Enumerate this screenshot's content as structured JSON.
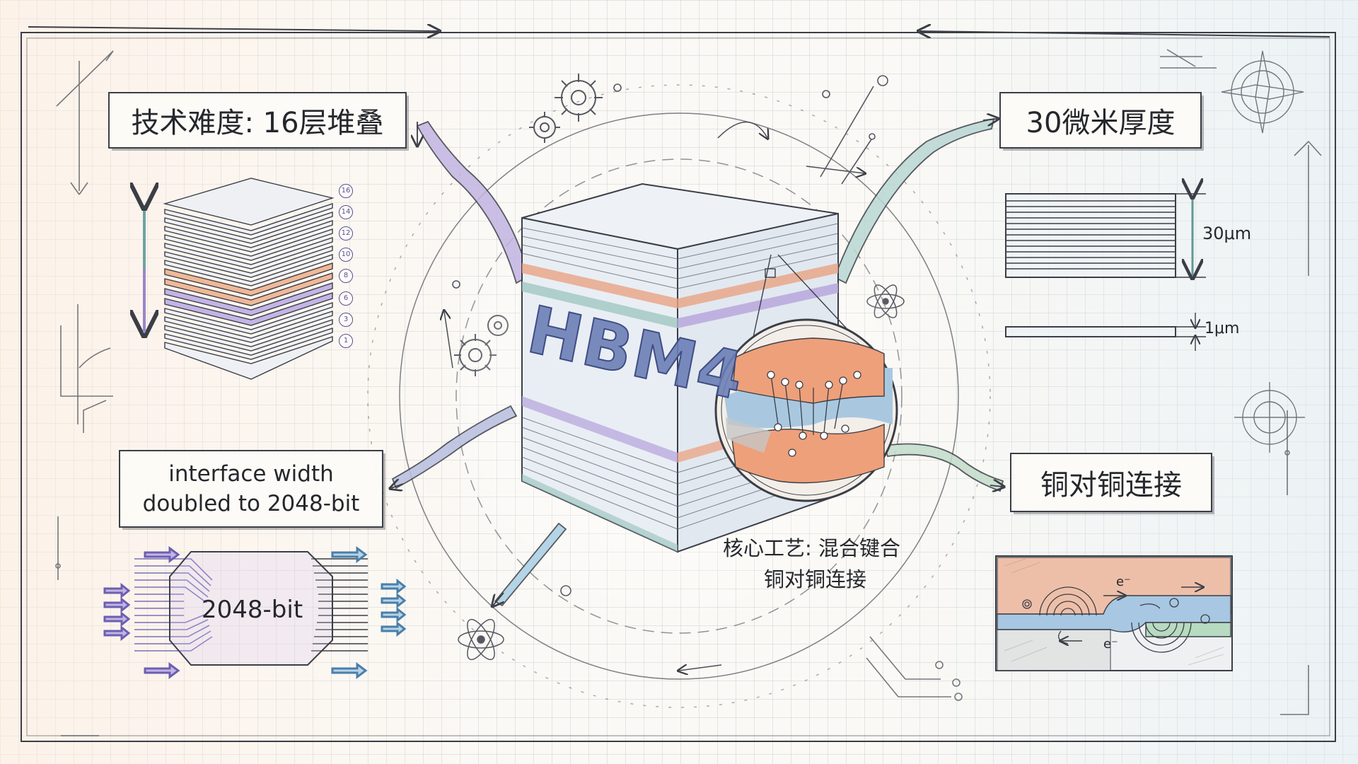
{
  "labels": {
    "difficulty": "技术难度: 16层堆叠",
    "thickness": "30微米厚度",
    "interface_line1": "interface width",
    "interface_line2": "doubled to 2048-bit",
    "copper": "铜对铜连接"
  },
  "chip": {
    "name": "HBM4",
    "core_process_line1": "核心工艺: 混合键合",
    "core_process_line2": "铜对铜连接"
  },
  "stack_layer_numbers": [
    "16",
    "14",
    "12",
    "10",
    "8",
    "6",
    "3",
    "1"
  ],
  "bus": {
    "label": "2048-bit"
  },
  "thickness_dims": {
    "total": "30μm",
    "layer": "1μm"
  },
  "electron": {
    "symbol": "e⁻"
  },
  "colors": {
    "accent_purple": "#9a86c9",
    "accent_orange": "#e9a383",
    "accent_teal": "#7fb8b0",
    "accent_blue": "#8fb0d8",
    "line": "#3b3e46"
  }
}
